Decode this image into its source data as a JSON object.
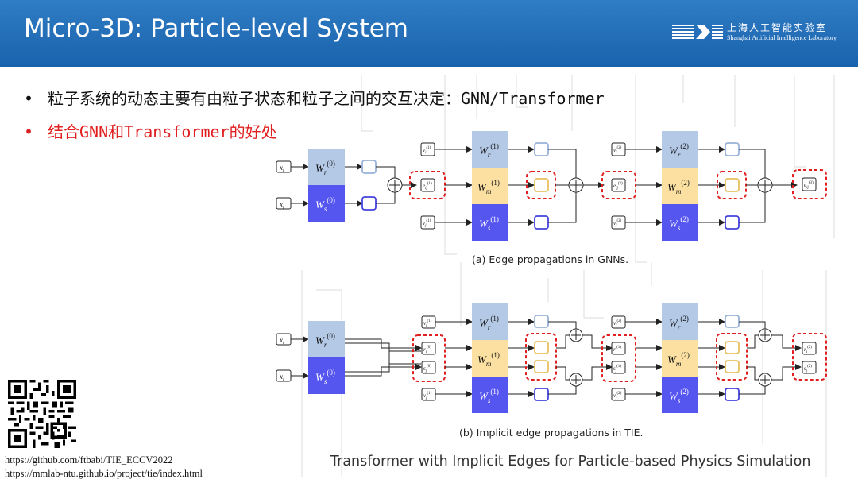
{
  "header": {
    "title": "Micro-3D: Particle-level System",
    "org_cn": "上海人工智能实验室",
    "org_en": "Shanghai Artificial Intelligence Laboratory"
  },
  "bullets": [
    {
      "marker": "•",
      "text": "粒子系统的动态主要有由粒子状态和粒子之间的交互决定：GNN/Transformer",
      "color": "#111111"
    },
    {
      "marker": "•",
      "text": "结合GNN和Transformer的好处",
      "color": "#e02020"
    }
  ],
  "figure": {
    "caption_a": "(a) Edge propagations in GNNs.",
    "caption_b": "(b) Implicit edge propagations in TIE.",
    "inputs": {
      "xi": "x",
      "xi_sub": "i",
      "xj": "x",
      "xj_sub": "j"
    },
    "weights": {
      "w": "W",
      "r": "r",
      "m": "m",
      "s": "s",
      "l0": "(0)",
      "l1": "(1)",
      "l2": "(2)"
    },
    "nodes": {
      "v": "v",
      "e": "e",
      "r": "r",
      "s": "s",
      "i": "i",
      "j": "j",
      "ij": "ij",
      "l0": "(0)",
      "l1": "(1)",
      "l2": "(2)",
      "l3": "(3)"
    },
    "colors": {
      "wr": "#b4c9e6",
      "wm": "#fbe0a2",
      "ws": "#5555f0",
      "dashed": "#e02020"
    }
  },
  "qr_code": {
    "label": "qr-code"
  },
  "links": [
    "https://github.com/ftbabi/TIE_ECCV2022",
    "https://mmlab-ntu.github.io/project/tie/index.html"
  ],
  "paper_title": "Transformer with Implicit Edges for Particle-based Physics Simulation"
}
